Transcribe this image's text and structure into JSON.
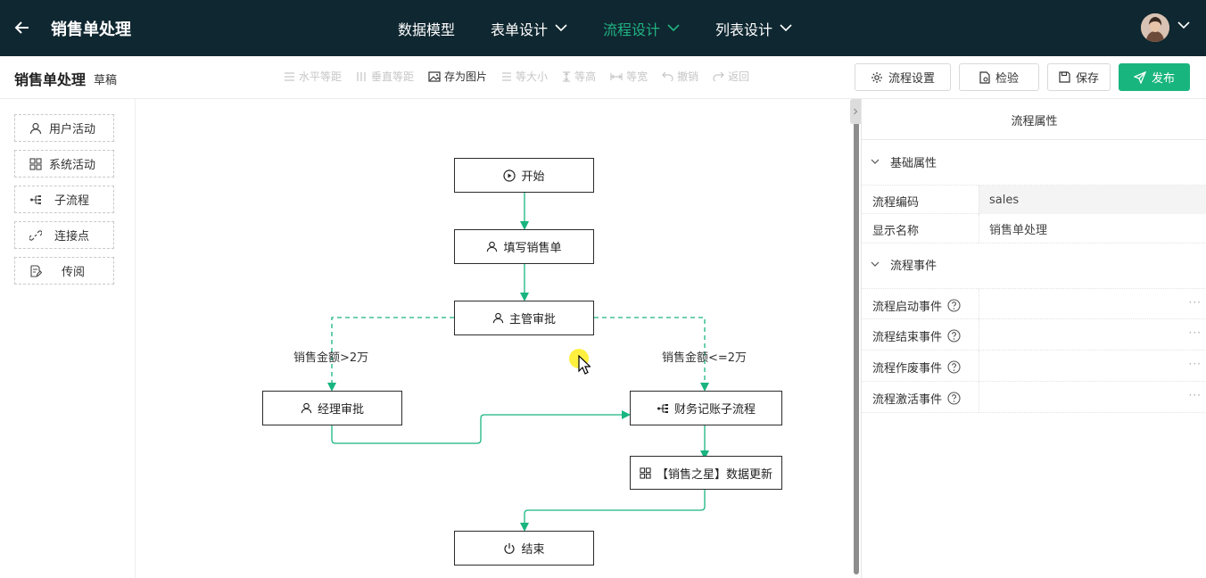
{
  "header": {
    "title": "销售单处理",
    "nav": [
      {
        "label": "数据模型"
      },
      {
        "label": "表单设计"
      },
      {
        "label": "流程设计"
      },
      {
        "label": "列表设计"
      }
    ],
    "active_nav": "流程设计",
    "accent_color": "#21b383"
  },
  "toolbar": {
    "doc_title": "销售单处理",
    "doc_status": "草稿",
    "tools": [
      {
        "label": "水平等距"
      },
      {
        "label": "垂直等距"
      },
      {
        "label": "存为图片"
      },
      {
        "label": "等大小"
      },
      {
        "label": "等高"
      },
      {
        "label": "等宽"
      },
      {
        "label": "撤销"
      },
      {
        "label": "返回"
      }
    ],
    "settings_label": "流程设置",
    "check_label": "检验",
    "save_label": "保存",
    "publish_label": "发布"
  },
  "palette": {
    "items": [
      {
        "label": "用户活动",
        "icon": "user-icon"
      },
      {
        "label": "系统活动",
        "icon": "grid-icon"
      },
      {
        "label": "子流程",
        "icon": "subflow-icon"
      },
      {
        "label": "连接点",
        "icon": "link-icon"
      },
      {
        "label": "传阅",
        "icon": "document-edit-icon"
      }
    ]
  },
  "flow": {
    "nodes": {
      "start": "开始",
      "fill": "填写销售单",
      "supervisor": "主管审批",
      "manager": "经理审批",
      "finance": "财务记账子流程",
      "update": "【销售之星】数据更新",
      "end": "结束"
    },
    "edge_labels": {
      "gt": "销售金额>2万",
      "lte": "销售金额<=2万"
    },
    "edge_color": "#19b57f"
  },
  "panel": {
    "title": "流程属性",
    "basic_section": "基础属性",
    "basic_props": [
      {
        "label": "流程编码",
        "value": "sales"
      },
      {
        "label": "显示名称",
        "value": "销售单处理"
      }
    ],
    "events_section": "流程事件",
    "events": [
      {
        "label": "流程启动事件"
      },
      {
        "label": "流程结束事件"
      },
      {
        "label": "流程作废事件"
      },
      {
        "label": "流程激活事件"
      }
    ]
  }
}
